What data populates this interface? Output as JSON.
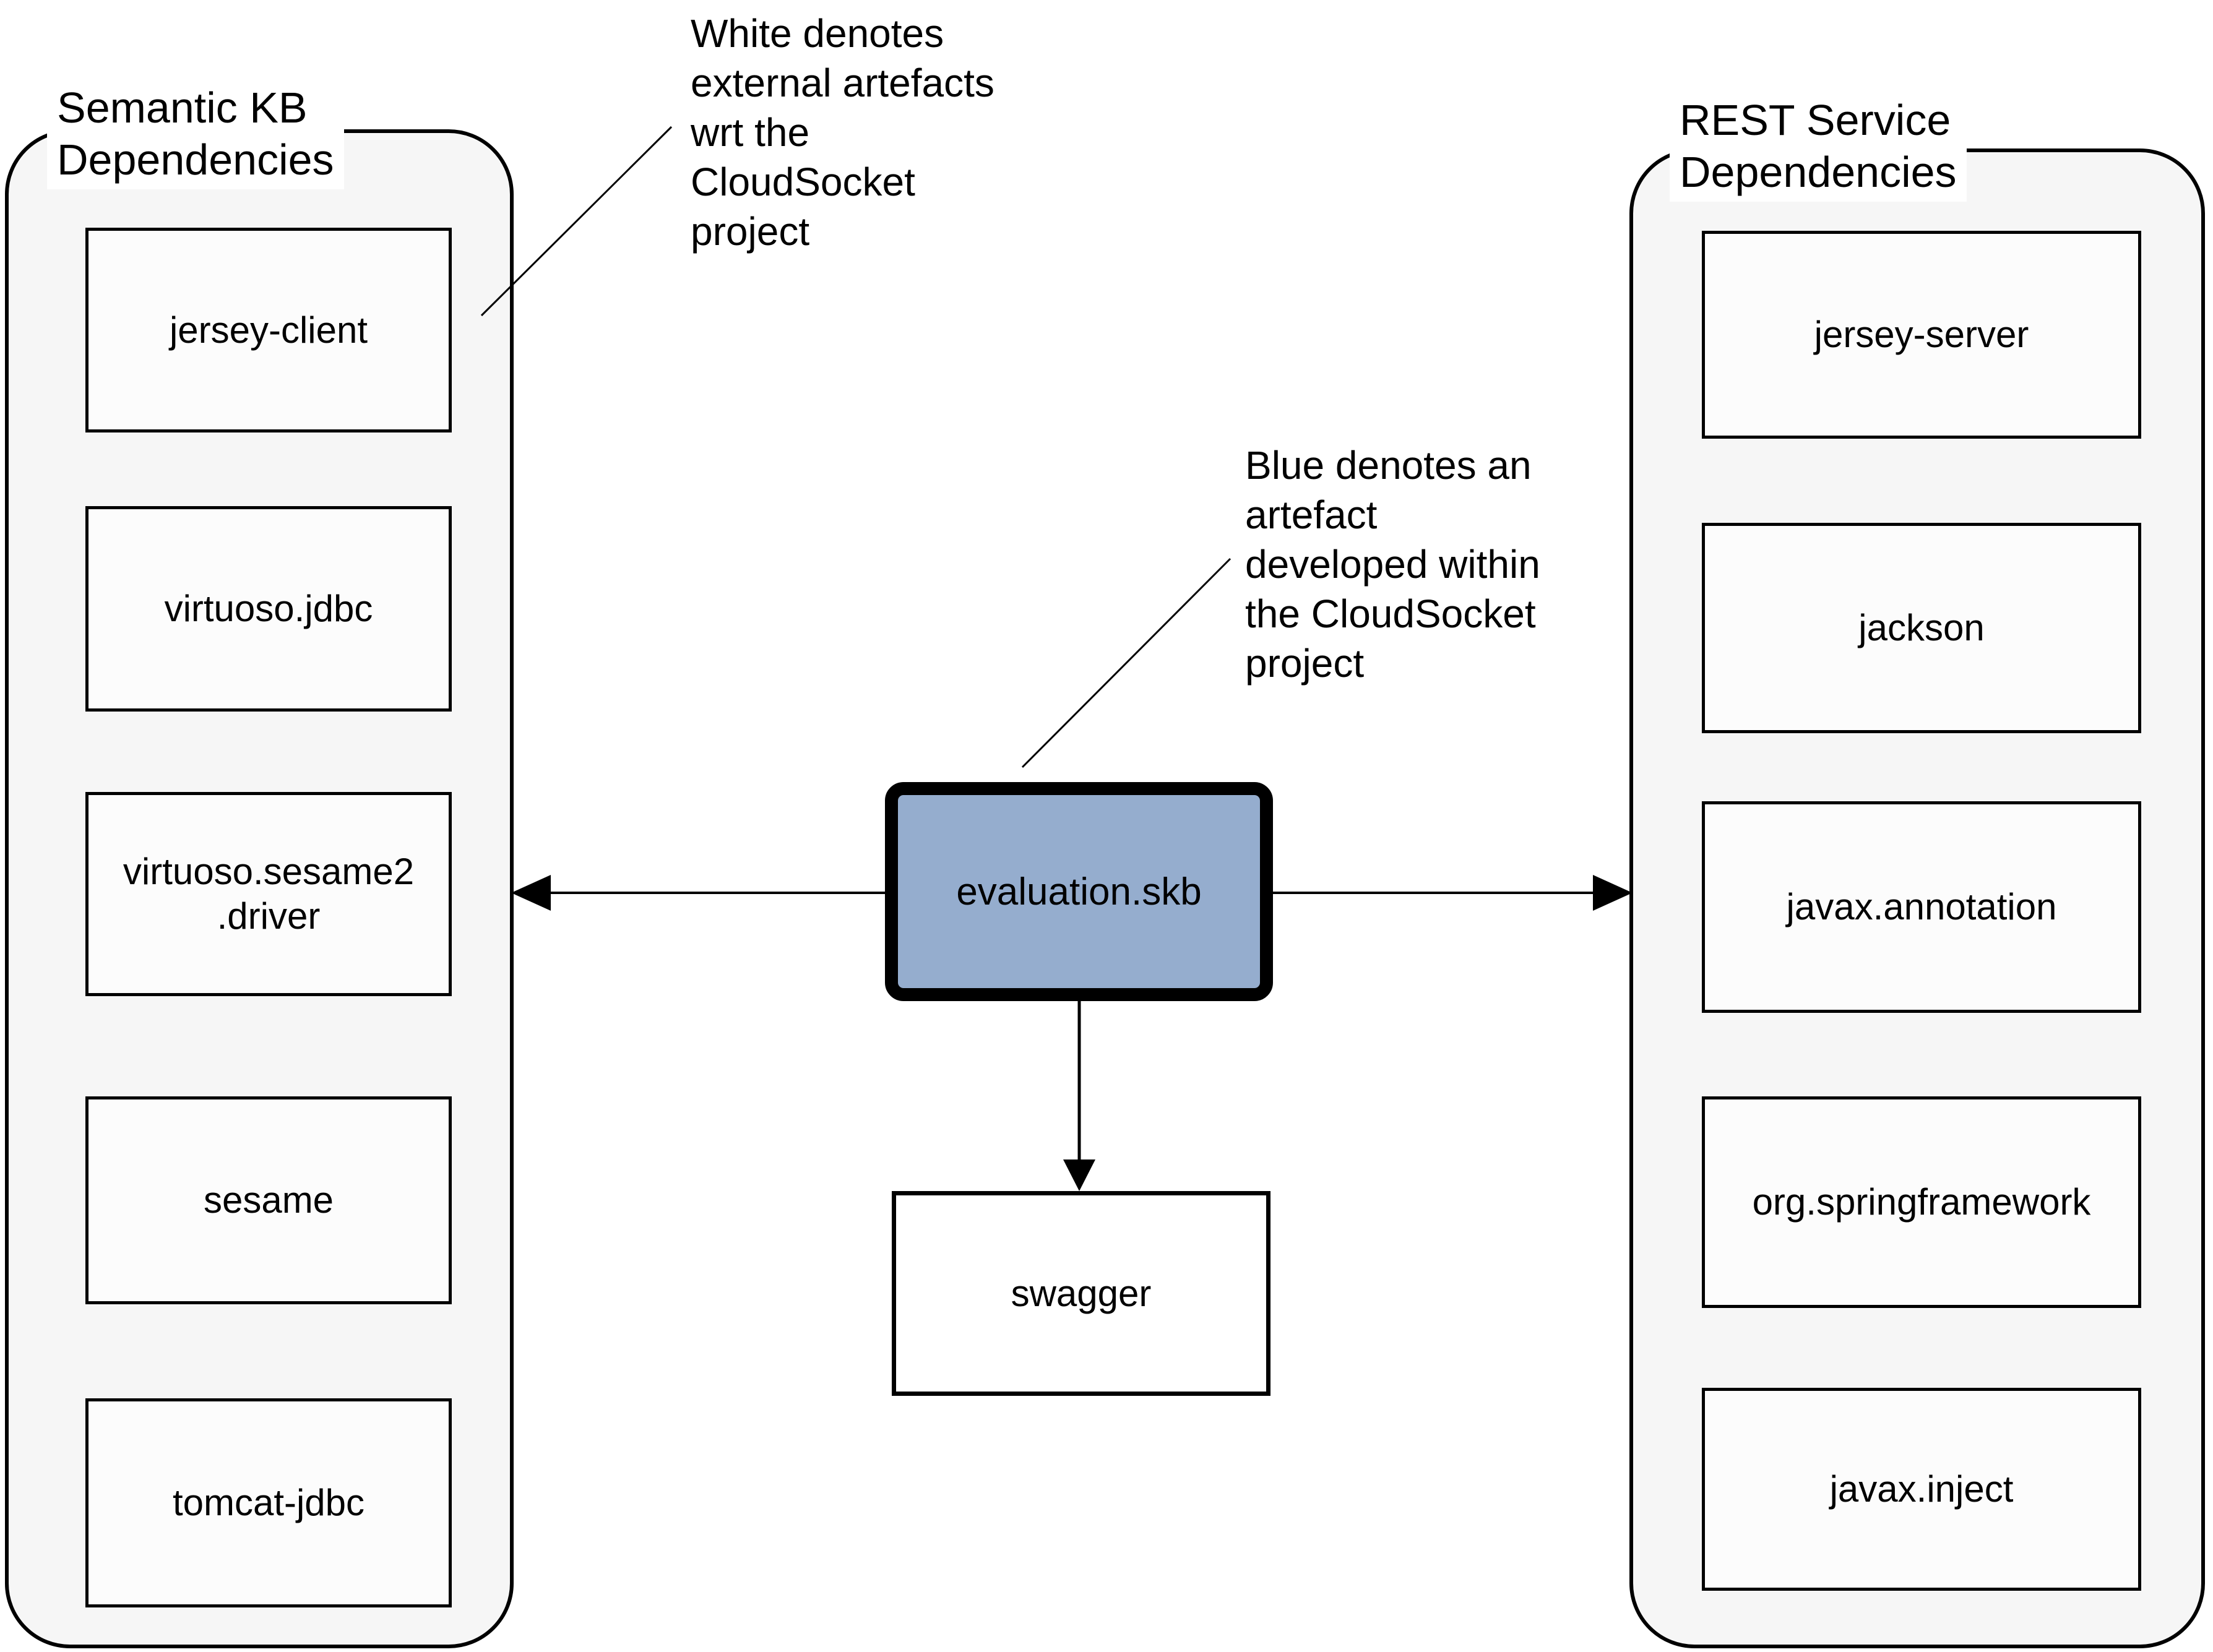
{
  "diagram": {
    "left_group": {
      "title": "Semantic KB\nDependencies",
      "items": [
        "jersey-client",
        "virtuoso.jdbc",
        "virtuoso.sesame2\n.driver",
        "sesame",
        "tomcat-jdbc"
      ]
    },
    "right_group": {
      "title": "REST Service\nDependencies",
      "items": [
        "jersey-server",
        "jackson",
        "javax.annotation",
        "org.springframework",
        "javax.inject"
      ]
    },
    "center": {
      "main_node": "evaluation.skb",
      "child_node": "swagger"
    },
    "annotations": {
      "white_note": "White denotes\nexternal artefacts\nwrt the\nCloudSocket\nproject",
      "blue_note": "Blue denotes an\nartefact\ndeveloped within\nthe CloudSocket\nproject"
    },
    "colors": {
      "artefact_blue": "#95adce",
      "container_fill": "#f6f6f6",
      "box_fill": "#fcfcfc",
      "line_black": "#000000"
    }
  }
}
